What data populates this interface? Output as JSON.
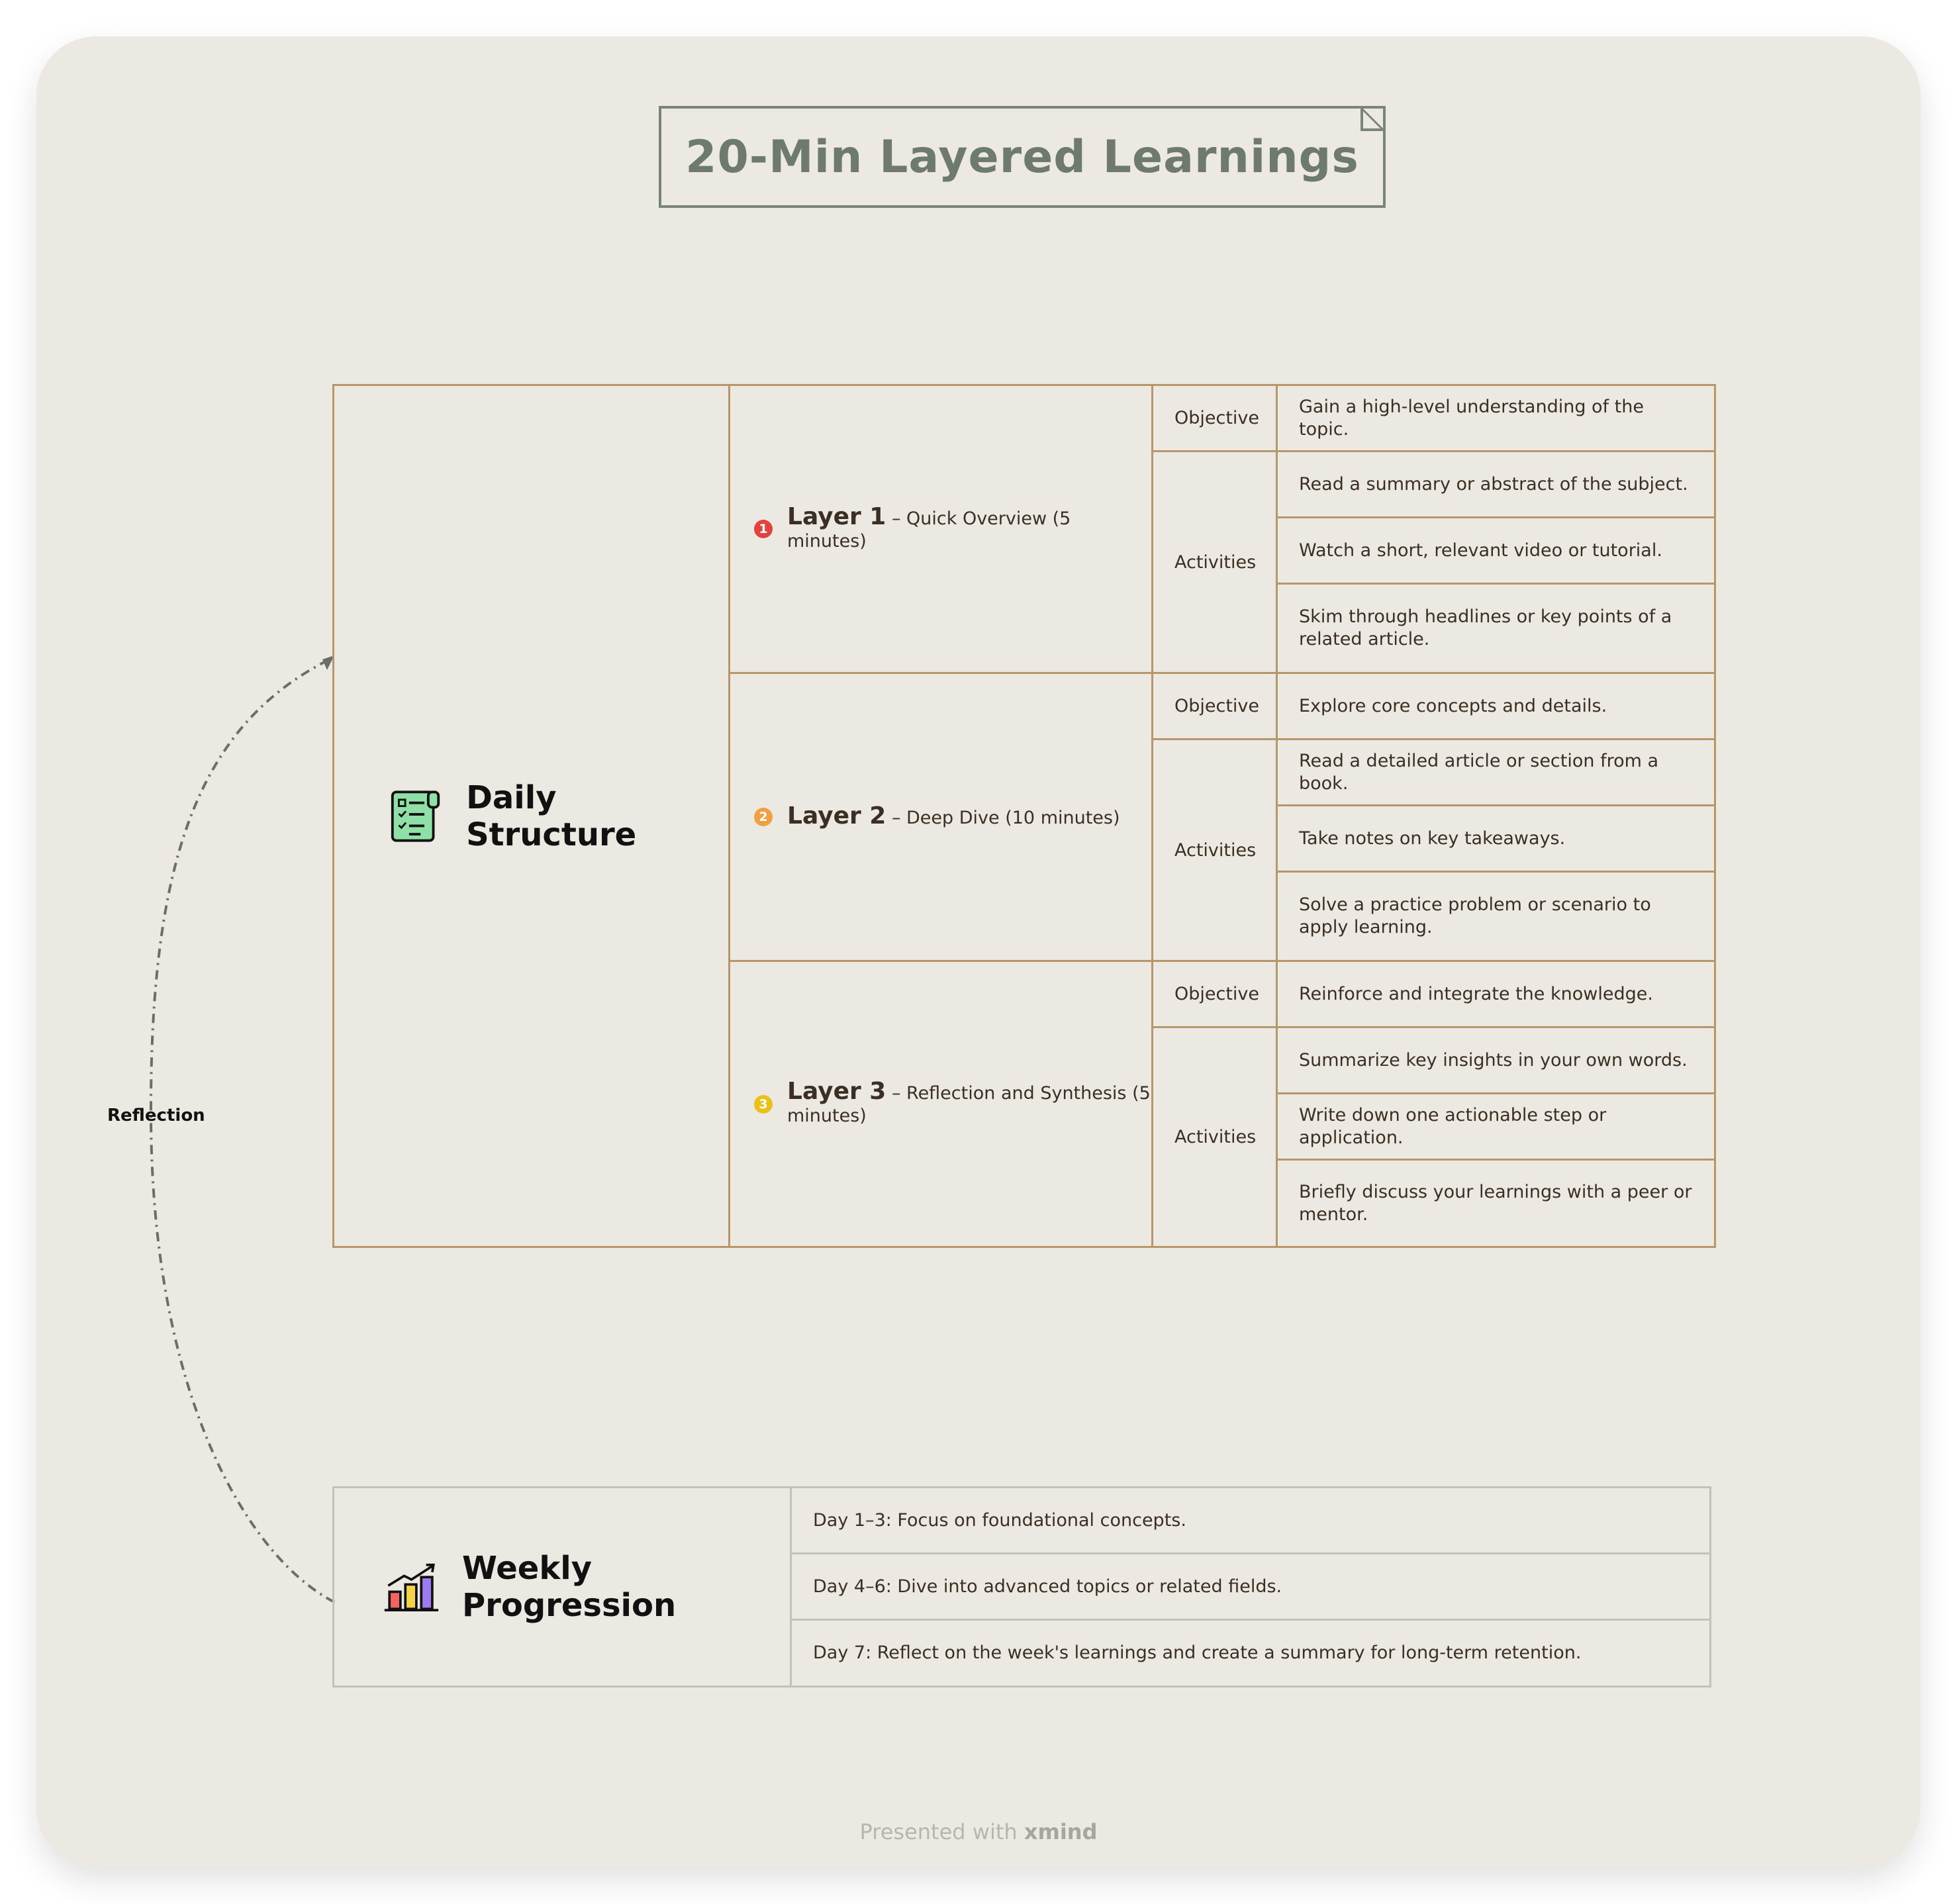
{
  "title": "20-Min Layered Learnings",
  "daily": {
    "label": "Daily Structure",
    "icon": "checklist-icon",
    "layers": [
      {
        "number": "1",
        "color": "#e0443e",
        "name": "Layer 1",
        "desc": "– Quick Overview (5 minutes)",
        "objective_label": "Objective",
        "objective": "Gain a high-level understanding of the topic.",
        "activities_label": "Activities",
        "activities": [
          "Read a summary or abstract of the subject.",
          "Watch a short, relevant video or tutorial.",
          "Skim through headlines or key points of a related article."
        ]
      },
      {
        "number": "2",
        "color": "#f0a040",
        "name": "Layer 2",
        "desc": "– Deep Dive (10 minutes)",
        "objective_label": "Objective",
        "objective": "Explore core concepts and details.",
        "activities_label": "Activities",
        "activities": [
          "Read a detailed article or section from a book.",
          "Take notes on key takeaways.",
          "Solve a practice problem or scenario to apply learning."
        ]
      },
      {
        "number": "3",
        "color": "#e8c21a",
        "name": "Layer 3",
        "desc": "– Reflection and Synthesis (5 minutes)",
        "objective_label": "Objective",
        "objective": "Reinforce and integrate the knowledge.",
        "activities_label": "Activities",
        "activities": [
          "Summarize key insights in your own words.",
          "Write down one actionable step or application.",
          "Briefly discuss your learnings with a peer or mentor."
        ]
      }
    ]
  },
  "weekly": {
    "label": "Weekly Progression",
    "icon": "bar-chart-growth-icon",
    "items": [
      "Day 1–3: Focus on foundational concepts.",
      "Day 4–6: Dive into advanced topics or related fields.",
      "Day 7: Reflect on the week's learnings and create a summary for long-term retention."
    ]
  },
  "relationship": {
    "label": "Reflection"
  },
  "footer": {
    "prefix": "Presented with",
    "brand": "xmind"
  }
}
